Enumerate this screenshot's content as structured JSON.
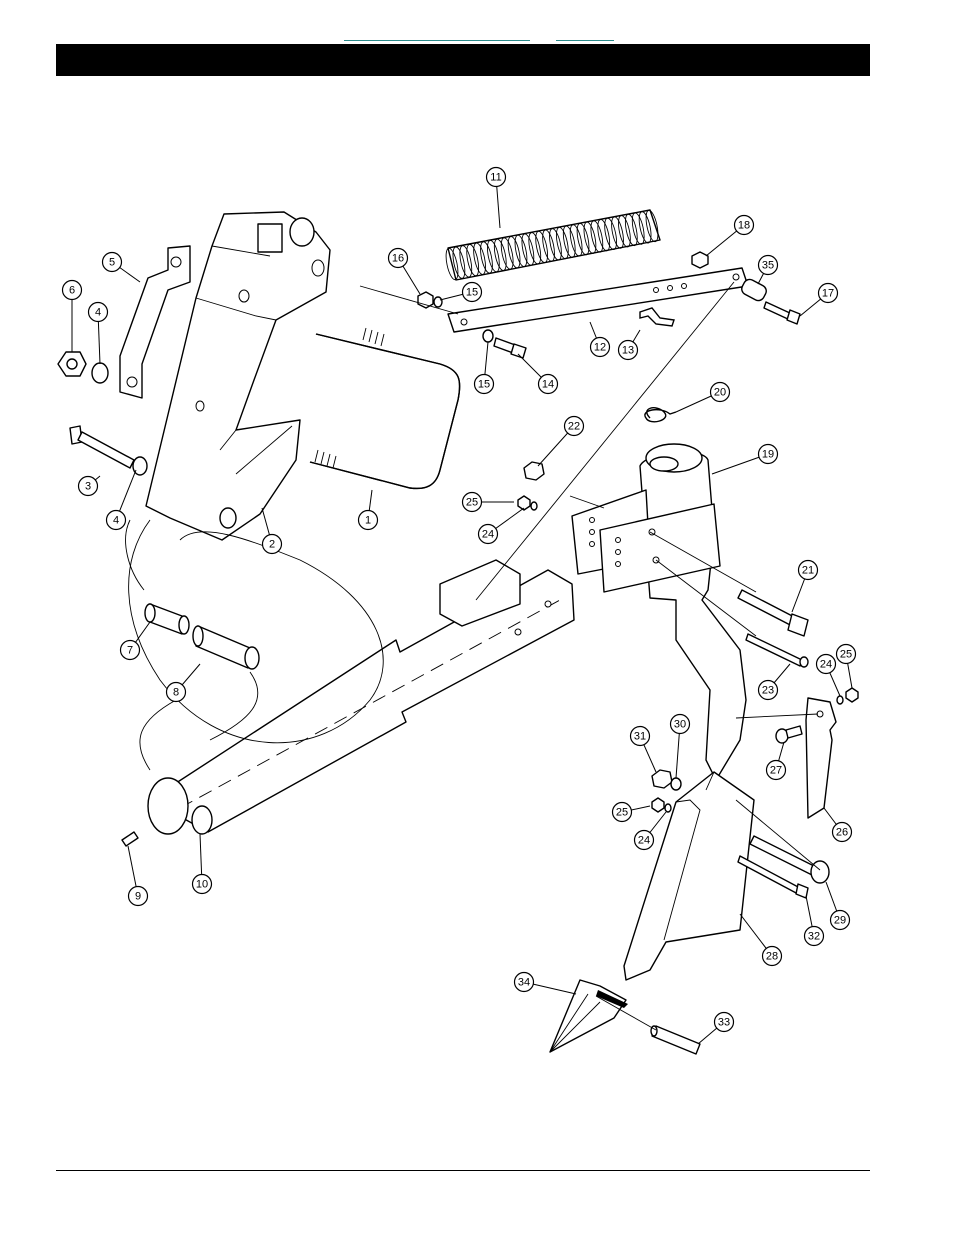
{
  "header": {
    "title": ""
  },
  "top_links": [
    {
      "name": "link-left",
      "label": ""
    },
    {
      "name": "link-right",
      "label": ""
    }
  ],
  "diagram": {
    "callouts": [
      {
        "label": "1"
      },
      {
        "label": "2"
      },
      {
        "label": "3"
      },
      {
        "label": "4"
      },
      {
        "label": "4"
      },
      {
        "label": "5"
      },
      {
        "label": "6"
      },
      {
        "label": "7"
      },
      {
        "label": "8"
      },
      {
        "label": "9"
      },
      {
        "label": "10"
      },
      {
        "label": "11"
      },
      {
        "label": "12"
      },
      {
        "label": "13"
      },
      {
        "label": "14"
      },
      {
        "label": "15"
      },
      {
        "label": "15"
      },
      {
        "label": "16"
      },
      {
        "label": "17"
      },
      {
        "label": "18"
      },
      {
        "label": "19"
      },
      {
        "label": "20"
      },
      {
        "label": "21"
      },
      {
        "label": "22"
      },
      {
        "label": "23"
      },
      {
        "label": "24"
      },
      {
        "label": "24"
      },
      {
        "label": "24"
      },
      {
        "label": "25"
      },
      {
        "label": "25"
      },
      {
        "label": "25"
      },
      {
        "label": "26"
      },
      {
        "label": "27"
      },
      {
        "label": "28"
      },
      {
        "label": "29"
      },
      {
        "label": "30"
      },
      {
        "label": "31"
      },
      {
        "label": "32"
      },
      {
        "label": "33"
      },
      {
        "label": "34"
      },
      {
        "label": "35"
      }
    ]
  }
}
